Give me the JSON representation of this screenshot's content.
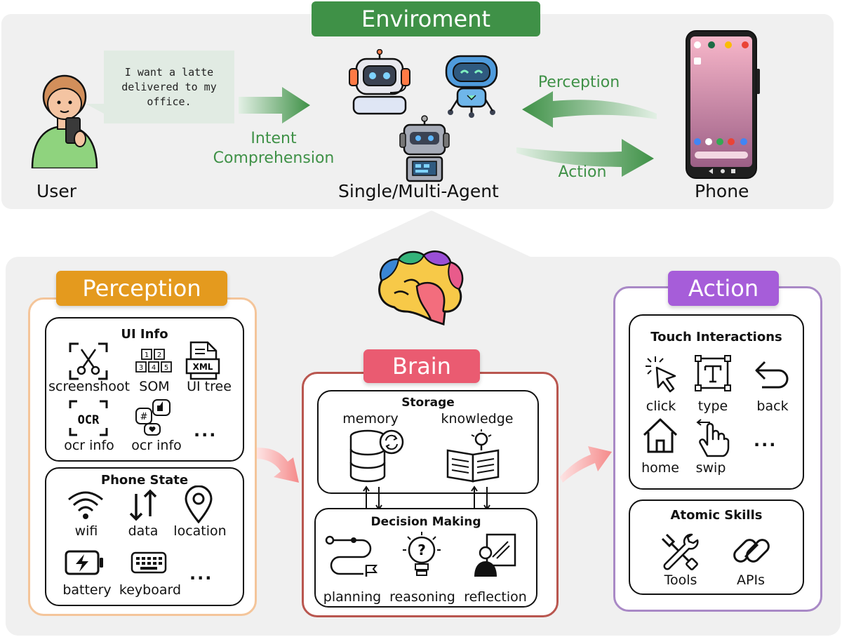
{
  "environment": {
    "title": "Enviroment",
    "user_label": "User",
    "speech": "I want a latte delivered to my office.",
    "intent_label": "Intent Comprehension",
    "agent_label": "Single/Multi-Agent",
    "perception_arrow_label": "Perception",
    "action_arrow_label": "Action",
    "phone_label": "Phone"
  },
  "perception": {
    "title": "Perception",
    "ui_info": {
      "title": "UI Info",
      "items": [
        "screenshoot",
        "SOM",
        "UI tree",
        "ocr info",
        "ocr info"
      ],
      "ocr_icon_text": "OCR",
      "xml_icon_text": "XML",
      "som_digits": [
        "1",
        "2",
        "3",
        "4",
        "5"
      ],
      "more": "..."
    },
    "phone_state": {
      "title": "Phone State",
      "items": [
        "wifi",
        "data",
        "location",
        "battery",
        "keyboard"
      ],
      "more": "..."
    }
  },
  "brain": {
    "title": "Brain",
    "storage": {
      "title": "Storage",
      "items": [
        "memory",
        "knowledge"
      ]
    },
    "decision": {
      "title": "Decision Making",
      "items": [
        "planning",
        "reasoning",
        "reflection"
      ]
    }
  },
  "action": {
    "title": "Action",
    "touch": {
      "title": "Touch Interactions",
      "items": [
        "click",
        "type",
        "back",
        "home",
        "swip"
      ],
      "more": "..."
    },
    "atomic": {
      "title": "Atomic Skills",
      "items": [
        "Tools",
        "APIs"
      ]
    }
  },
  "colors": {
    "env_green": "#3f9147",
    "perception_orange": "#e49a1e",
    "brain_pink": "#ea5b71",
    "action_purple": "#a65dd9"
  }
}
